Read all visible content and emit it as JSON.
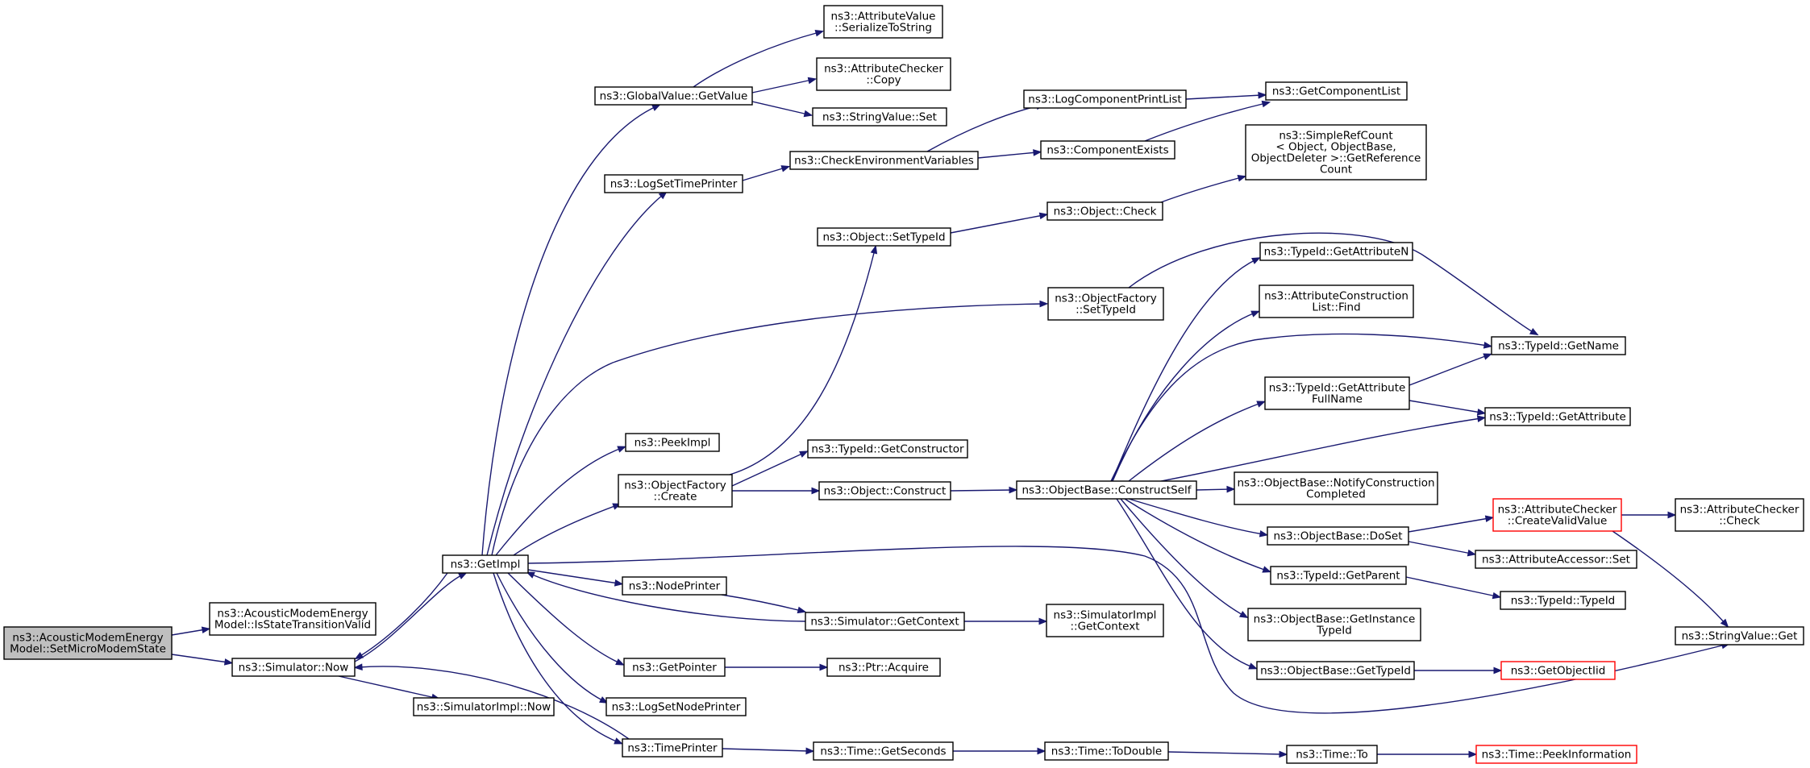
{
  "nodes": [
    {
      "id": "root",
      "lines": [
        "ns3::AcousticModemEnergy",
        "Model::SetMicroModemState"
      ],
      "root": true
    },
    {
      "id": "istrans",
      "lines": [
        "ns3::AcousticModemEnergy",
        "Model::IsStateTransitionValid"
      ]
    },
    {
      "id": "simnow",
      "lines": [
        "ns3::Simulator::Now"
      ]
    },
    {
      "id": "simimplnow",
      "lines": [
        "ns3::SimulatorImpl::Now"
      ]
    },
    {
      "id": "getimpl",
      "lines": [
        "ns3::GetImpl"
      ]
    },
    {
      "id": "gv_getvalue",
      "lines": [
        "ns3::GlobalValue::GetValue"
      ]
    },
    {
      "id": "av_ser",
      "lines": [
        "ns3::AttributeValue",
        "::SerializeToString"
      ]
    },
    {
      "id": "ac_copy",
      "lines": [
        "ns3::AttributeChecker",
        "::Copy"
      ]
    },
    {
      "id": "sv_set",
      "lines": [
        "ns3::StringValue::Set"
      ]
    },
    {
      "id": "logsettime",
      "lines": [
        "ns3::LogSetTimePrinter"
      ]
    },
    {
      "id": "checkenv",
      "lines": [
        "ns3::CheckEnvironmentVariables"
      ]
    },
    {
      "id": "logcomplist",
      "lines": [
        "ns3::LogComponentPrintList"
      ]
    },
    {
      "id": "getcomplist",
      "lines": [
        "ns3::GetComponentList"
      ]
    },
    {
      "id": "compexists",
      "lines": [
        "ns3::ComponentExists"
      ]
    },
    {
      "id": "simplerefcount",
      "lines": [
        "ns3::SimpleRefCount",
        "< Object, ObjectBase,",
        " ObjectDeleter >::GetReference",
        "Count"
      ]
    },
    {
      "id": "objcheck",
      "lines": [
        "ns3::Object::Check"
      ]
    },
    {
      "id": "objsettypeid",
      "lines": [
        "ns3::Object::SetTypeId"
      ]
    },
    {
      "id": "of_settypeid",
      "lines": [
        "ns3::ObjectFactory",
        "::SetTypeId"
      ]
    },
    {
      "id": "tid_getattrn",
      "lines": [
        "ns3::TypeId::GetAttributeN"
      ]
    },
    {
      "id": "acl_find",
      "lines": [
        "ns3::AttributeConstruction",
        "List::Find"
      ]
    },
    {
      "id": "tid_getname",
      "lines": [
        "ns3::TypeId::GetName"
      ]
    },
    {
      "id": "tid_getattrfull",
      "lines": [
        "ns3::TypeId::GetAttribute",
        "FullName"
      ]
    },
    {
      "id": "tid_getattr",
      "lines": [
        "ns3::TypeId::GetAttribute"
      ]
    },
    {
      "id": "peekimpl",
      "lines": [
        "ns3::PeekImpl"
      ]
    },
    {
      "id": "tid_getctor",
      "lines": [
        "ns3::TypeId::GetConstructor"
      ]
    },
    {
      "id": "of_create",
      "lines": [
        "ns3::ObjectFactory",
        "::Create"
      ]
    },
    {
      "id": "objconstruct",
      "lines": [
        "ns3::Object::Construct"
      ]
    },
    {
      "id": "ob_constructself",
      "lines": [
        "ns3::ObjectBase::ConstructSelf"
      ]
    },
    {
      "id": "ob_notify",
      "lines": [
        "ns3::ObjectBase::NotifyConstruction",
        "Completed"
      ]
    },
    {
      "id": "ac_createvalid",
      "lines": [
        "ns3::AttributeChecker",
        "::CreateValidValue"
      ],
      "truncated": true
    },
    {
      "id": "ac_check",
      "lines": [
        "ns3::AttributeChecker",
        "::Check"
      ]
    },
    {
      "id": "ob_doset",
      "lines": [
        "ns3::ObjectBase::DoSet"
      ]
    },
    {
      "id": "aa_set",
      "lines": [
        "ns3::AttributeAccessor::Set"
      ]
    },
    {
      "id": "tid_getparent",
      "lines": [
        "ns3::TypeId::GetParent"
      ]
    },
    {
      "id": "tid_typeid",
      "lines": [
        "ns3::TypeId::TypeId"
      ]
    },
    {
      "id": "nodeprinter",
      "lines": [
        "ns3::NodePrinter"
      ]
    },
    {
      "id": "sim_getcontext",
      "lines": [
        "ns3::Simulator::GetContext"
      ]
    },
    {
      "id": "simimpl_getcontext",
      "lines": [
        "ns3::SimulatorImpl",
        "::GetContext"
      ]
    },
    {
      "id": "ob_getinst",
      "lines": [
        "ns3::ObjectBase::GetInstance",
        "TypeId"
      ]
    },
    {
      "id": "sv_get",
      "lines": [
        "ns3::StringValue::Get"
      ]
    },
    {
      "id": "getpointer",
      "lines": [
        "ns3::GetPointer"
      ]
    },
    {
      "id": "ptr_acquire",
      "lines": [
        "ns3::Ptr::Acquire"
      ]
    },
    {
      "id": "ob_gettypeid",
      "lines": [
        "ns3::ObjectBase::GetTypeId"
      ]
    },
    {
      "id": "getobjectiid",
      "lines": [
        "ns3::GetObjectIid"
      ],
      "truncated": true
    },
    {
      "id": "logsetnode",
      "lines": [
        "ns3::LogSetNodePrinter"
      ]
    },
    {
      "id": "timeprinter",
      "lines": [
        "ns3::TimePrinter"
      ]
    },
    {
      "id": "time_getsec",
      "lines": [
        "ns3::Time::GetSeconds"
      ]
    },
    {
      "id": "time_todouble",
      "lines": [
        "ns3::Time::ToDouble"
      ]
    },
    {
      "id": "time_to",
      "lines": [
        "ns3::Time::To"
      ]
    },
    {
      "id": "time_peekinfo",
      "lines": [
        "ns3::Time::PeekInformation"
      ],
      "truncated": true
    }
  ],
  "edges": [
    [
      "root",
      "istrans"
    ],
    [
      "root",
      "simnow"
    ],
    [
      "simnow",
      "getimpl"
    ],
    [
      "simnow",
      "simimplnow"
    ],
    [
      "getimpl",
      "gv_getvalue"
    ],
    [
      "getimpl",
      "logsettime"
    ],
    [
      "getimpl",
      "of_settypeid"
    ],
    [
      "getimpl",
      "peekimpl"
    ],
    [
      "getimpl",
      "of_create"
    ],
    [
      "getimpl",
      "nodeprinter"
    ],
    [
      "getimpl",
      "getpointer"
    ],
    [
      "getimpl",
      "logsetnode"
    ],
    [
      "getimpl",
      "timeprinter"
    ],
    [
      "getimpl",
      "sv_get"
    ],
    [
      "getimpl",
      "simnow"
    ],
    [
      "gv_getvalue",
      "av_ser"
    ],
    [
      "gv_getvalue",
      "ac_copy"
    ],
    [
      "gv_getvalue",
      "sv_set"
    ],
    [
      "logsettime",
      "checkenv"
    ],
    [
      "checkenv",
      "logcomplist"
    ],
    [
      "checkenv",
      "compexists"
    ],
    [
      "logcomplist",
      "getcomplist"
    ],
    [
      "compexists",
      "getcomplist"
    ],
    [
      "of_create",
      "objsettypeid"
    ],
    [
      "of_create",
      "tid_getctor"
    ],
    [
      "of_create",
      "objconstruct"
    ],
    [
      "objsettypeid",
      "objcheck"
    ],
    [
      "objcheck",
      "simplerefcount"
    ],
    [
      "of_settypeid",
      "tid_getname"
    ],
    [
      "objconstruct",
      "ob_constructself"
    ],
    [
      "ob_constructself",
      "tid_getattrn"
    ],
    [
      "ob_constructself",
      "acl_find"
    ],
    [
      "ob_constructself",
      "tid_getname"
    ],
    [
      "ob_constructself",
      "tid_getattrfull"
    ],
    [
      "ob_constructself",
      "tid_getattr"
    ],
    [
      "ob_constructself",
      "ob_notify"
    ],
    [
      "ob_constructself",
      "ob_doset"
    ],
    [
      "ob_constructself",
      "tid_getparent"
    ],
    [
      "ob_constructself",
      "ob_getinst"
    ],
    [
      "ob_constructself",
      "ob_gettypeid"
    ],
    [
      "tid_getattrfull",
      "tid_getname"
    ],
    [
      "tid_getattrfull",
      "tid_getattr"
    ],
    [
      "ob_doset",
      "ac_createvalid"
    ],
    [
      "ob_doset",
      "aa_set"
    ],
    [
      "ac_createvalid",
      "ac_check"
    ],
    [
      "ac_createvalid",
      "sv_get"
    ],
    [
      "tid_getparent",
      "tid_typeid"
    ],
    [
      "ob_gettypeid",
      "getobjectiid"
    ],
    [
      "nodeprinter",
      "sim_getcontext"
    ],
    [
      "sim_getcontext",
      "simimpl_getcontext"
    ],
    [
      "sim_getcontext",
      "getimpl"
    ],
    [
      "getpointer",
      "ptr_acquire"
    ],
    [
      "timeprinter",
      "time_getsec"
    ],
    [
      "timeprinter",
      "simnow"
    ],
    [
      "time_getsec",
      "time_todouble"
    ],
    [
      "time_todouble",
      "time_to"
    ],
    [
      "time_to",
      "time_peekinfo"
    ]
  ]
}
